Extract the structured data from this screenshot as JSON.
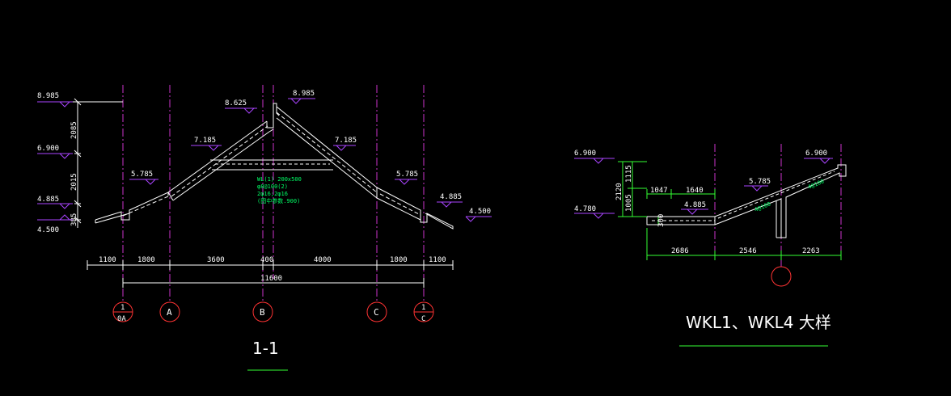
{
  "colors": {
    "background": "#000000",
    "axis_line": "#cc33cc",
    "dimension_line": "#33ff33",
    "geometry": "#ffffff",
    "level_marker": "#aa44ff",
    "axis_bubble": "#ff3333",
    "note_text": "#00ff66"
  },
  "section_1_1": {
    "title": "1-1",
    "levels": {
      "left_top": "8.985",
      "left_mid": "6.900",
      "left_low": "4.885",
      "left_base": "4.500",
      "ridge_left": "8.625",
      "ridge_right": "8.985",
      "slope_left_upper": "7.185",
      "slope_right_upper": "7.185",
      "slope_left_lower": "5.785",
      "slope_right_lower": "5.785",
      "eave_right": "4.885",
      "eave_right_base": "4.500"
    },
    "vertical_dims": [
      "2085",
      "2015",
      "385"
    ],
    "horizontal_dims": [
      "1100",
      "1800",
      "3600",
      "400",
      "4000",
      "1800",
      "1100"
    ],
    "total_dim": "11600",
    "axes": [
      {
        "top": "1",
        "bottom": "0A"
      },
      {
        "label": "A"
      },
      {
        "label": "B"
      },
      {
        "label": "C"
      },
      {
        "top": "1",
        "bottom": "C"
      }
    ],
    "notes": [
      "WL(1) 200x500",
      "φ8@100(2)",
      "2φ16;2φ16",
      "(图中参数.900)"
    ]
  },
  "detail_wkl": {
    "title": "WKL1、WKL4 大样",
    "levels": {
      "left_top": "6.900",
      "left_low": "4.780",
      "mid_low": "4.885",
      "mid_slope": "5.785",
      "right_top": "6.900"
    },
    "vertical_dims": [
      "2120",
      "1115",
      "1005"
    ],
    "inner_vertical_dim": "300",
    "top_dims": [
      "1047",
      "1640"
    ],
    "bottom_dims": [
      "2686",
      "2546",
      "2263"
    ],
    "slope_labels": [
      "4@100",
      "4@100"
    ]
  }
}
